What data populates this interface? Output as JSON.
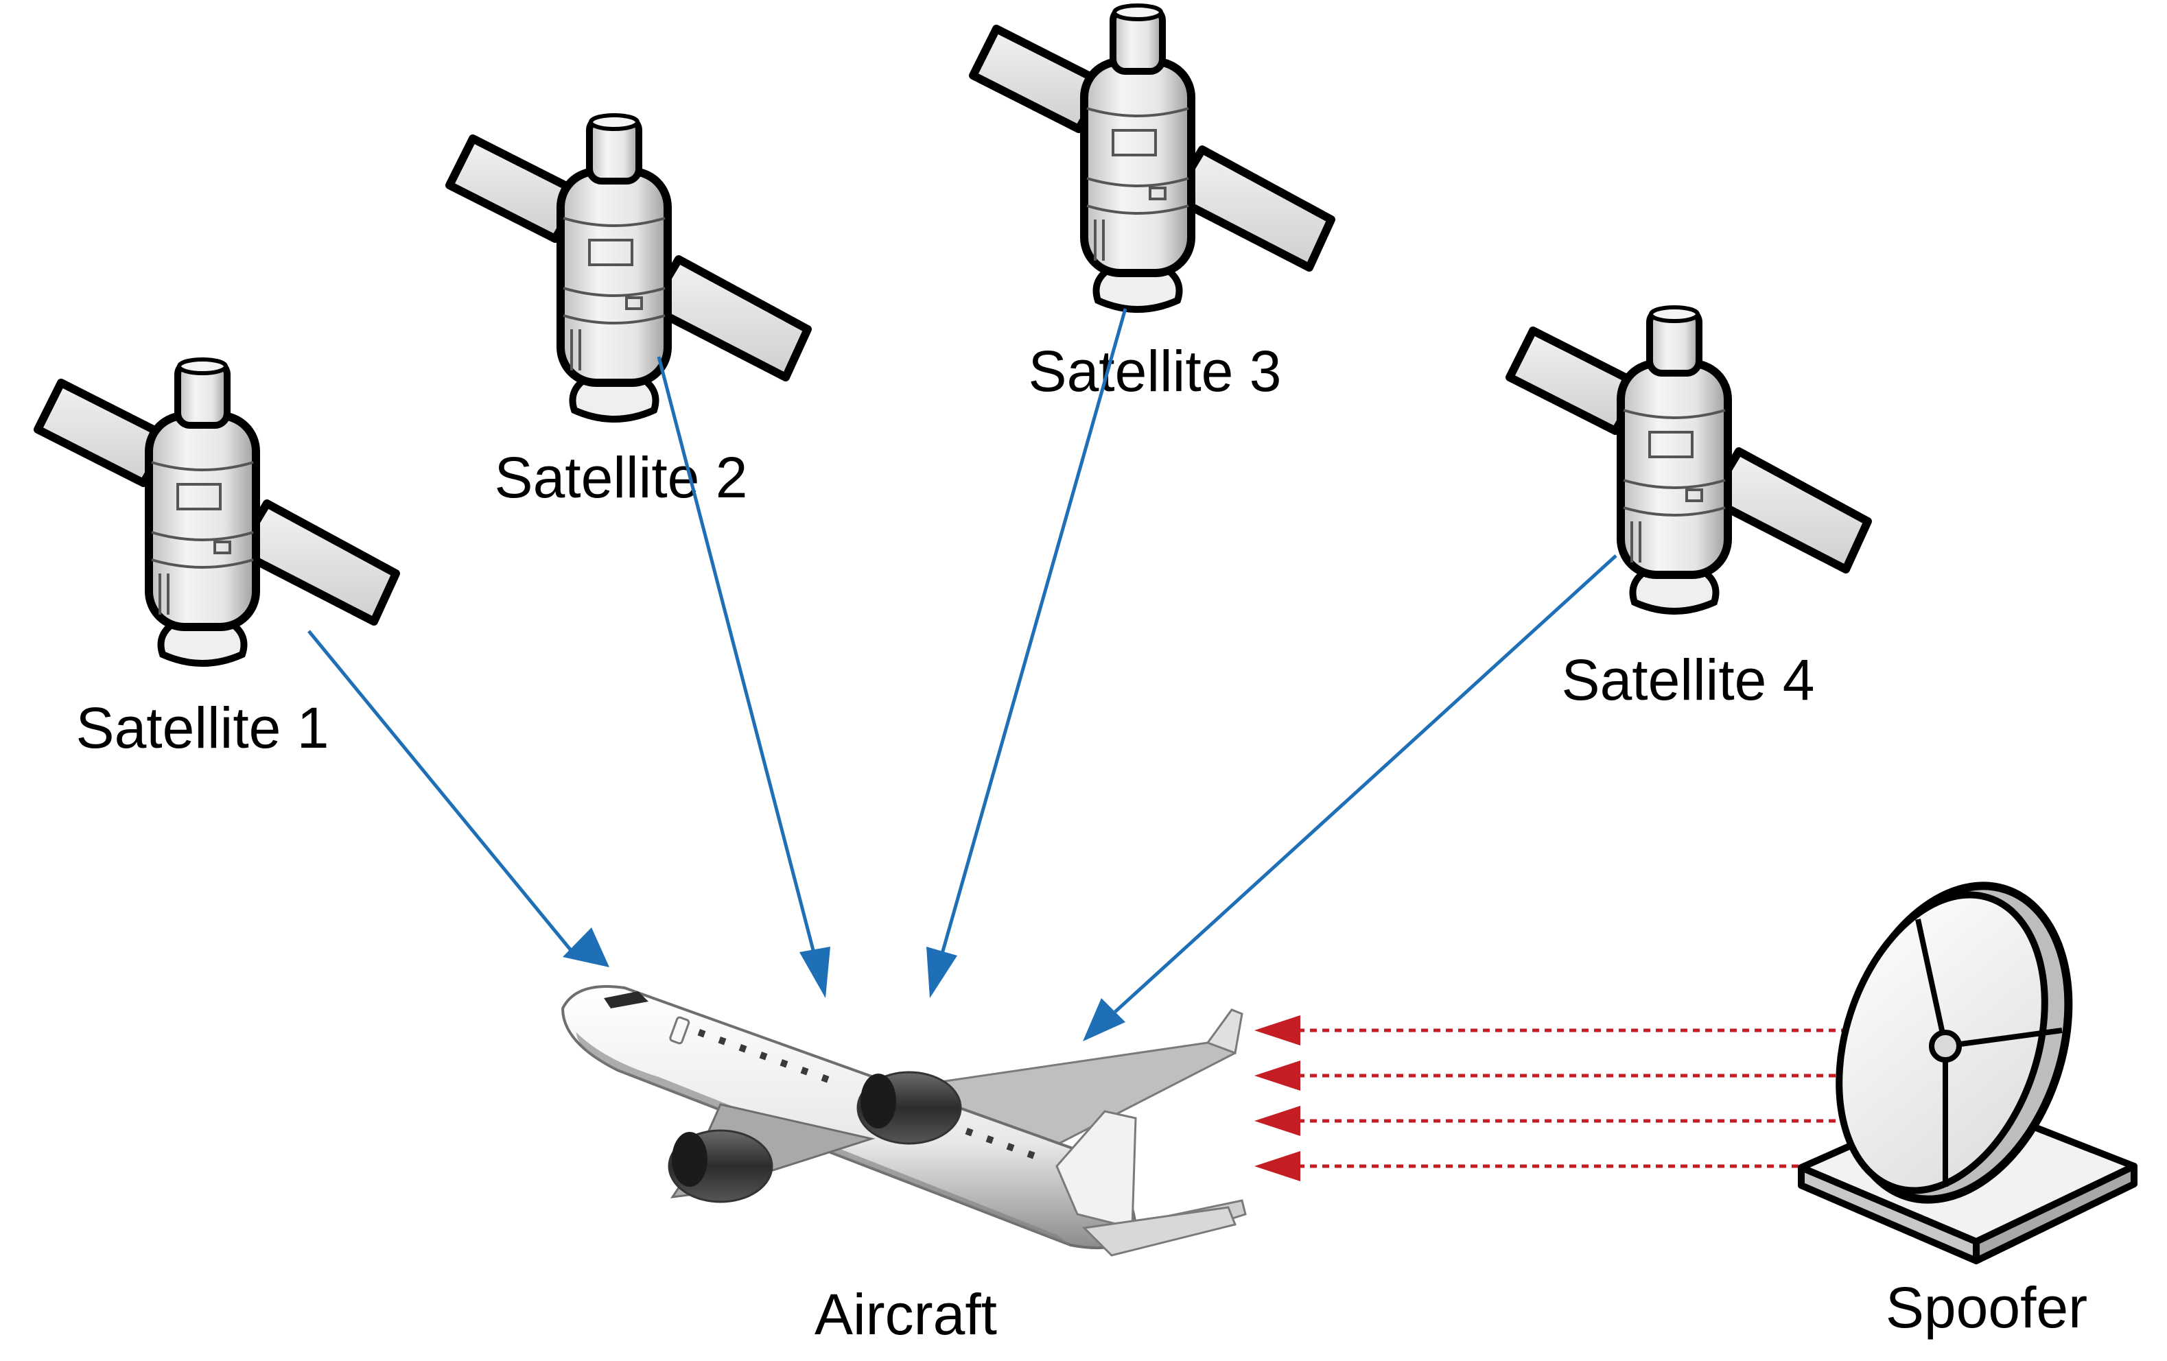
{
  "labels": {
    "satellite_1": "Satellite 1",
    "satellite_2": "Satellite 2",
    "satellite_3": "Satellite 3",
    "satellite_4": "Satellite 4",
    "aircraft": "Aircraft",
    "spoofer": "Spoofer"
  },
  "colors": {
    "true_signal": "#1f6fb7",
    "spoofed_signal": "#c41e24",
    "outline": "#000000",
    "body_fill": "#eeeeee"
  },
  "icons": {
    "satellite": "satellite-icon",
    "aircraft": "airplane-icon",
    "spoofer": "satellite-dish-icon"
  }
}
